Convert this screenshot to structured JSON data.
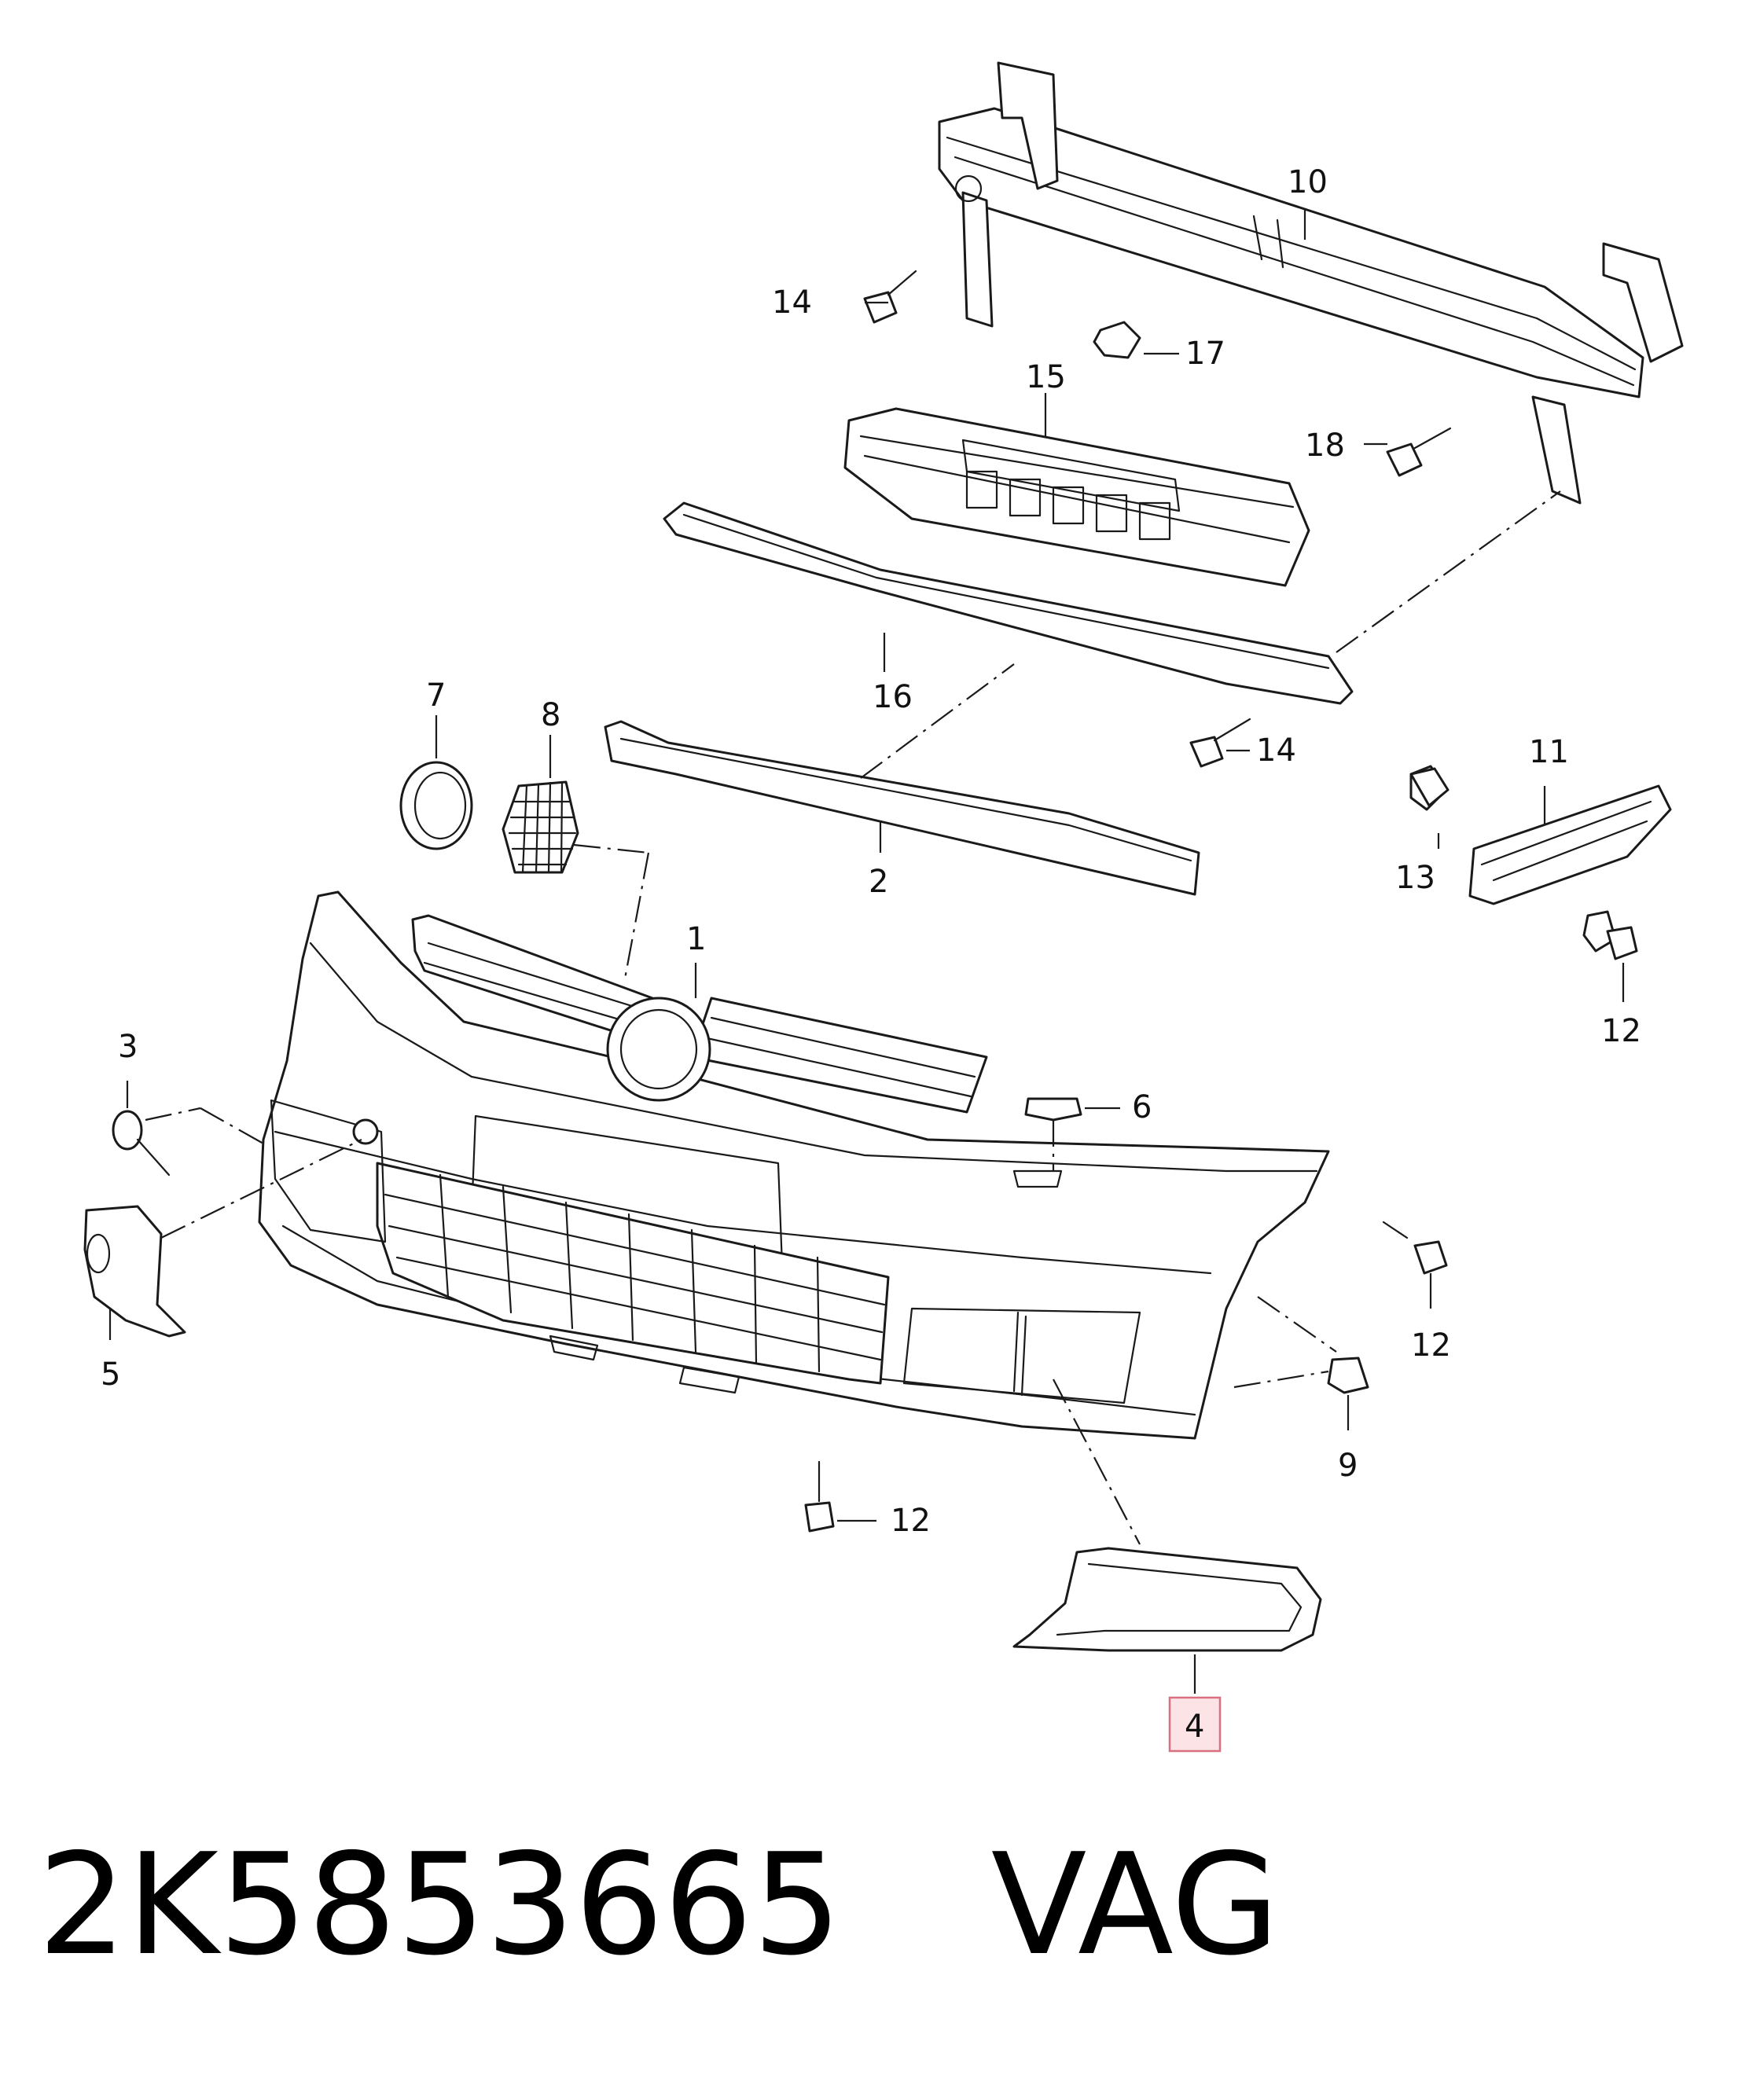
{
  "diagram": {
    "callouts": {
      "c1": "1",
      "c2": "2",
      "c3": "3",
      "c4": "4",
      "c5": "5",
      "c6": "6",
      "c7": "7",
      "c8": "8",
      "c9": "9",
      "c10": "10",
      "c11": "11",
      "c12a": "12",
      "c12b": "12",
      "c12c": "12",
      "c13": "13",
      "c14a": "14",
      "c14b": "14",
      "c15": "15",
      "c16": "16",
      "c17": "17",
      "c18": "18"
    },
    "highlighted_callout": "4",
    "highlight_color": "#d8707f"
  },
  "footer": {
    "part_number": "2K5853665",
    "brand": "VAG"
  }
}
